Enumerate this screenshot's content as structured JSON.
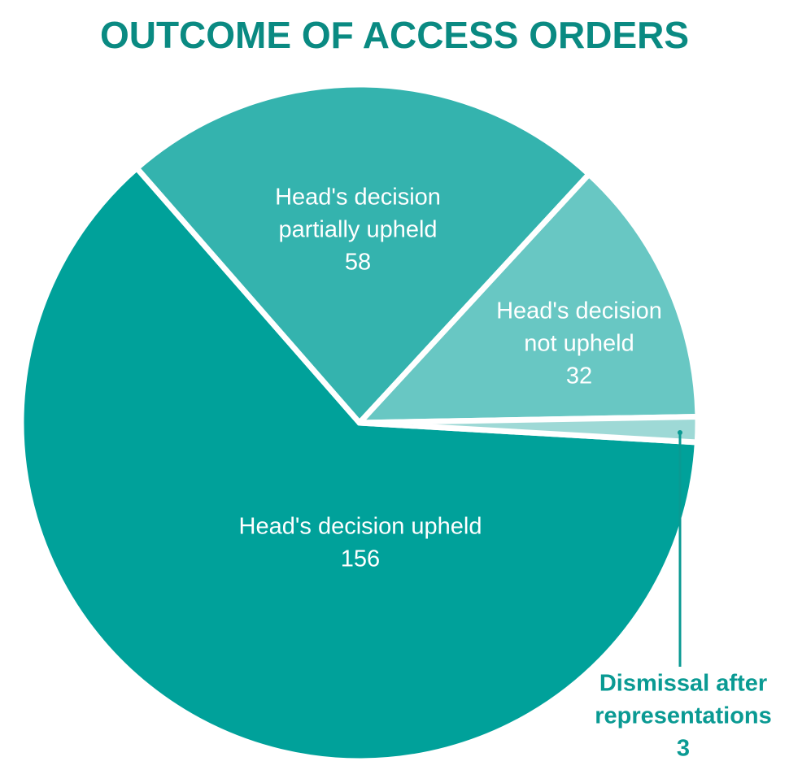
{
  "chart_data": {
    "type": "pie",
    "title": "OUTCOME OF ACCESS ORDERS",
    "slices": [
      {
        "label_lines": [
          "Head's decision upheld",
          "156"
        ],
        "category": "Head's decision upheld",
        "value": 156,
        "color": "#00a19a"
      },
      {
        "label_lines": [
          "Head's decision",
          "partially upheld",
          "58"
        ],
        "category": "Head's decision partially upheld",
        "value": 58,
        "color": "#34b3ae"
      },
      {
        "label_lines": [
          "Head's decision",
          "not upheld",
          "32"
        ],
        "category": "Head's decision not upheld",
        "value": 32,
        "color": "#68c7c3"
      },
      {
        "label_lines": [
          "Dismissal after",
          "representations",
          "3"
        ],
        "category": "Dismissal after representations",
        "value": 3,
        "color": "#9ed9d6"
      }
    ]
  },
  "colors": {
    "title": "#0a8a82",
    "label_inside": "#ffffff",
    "label_outside": "#0a9a93",
    "leader_line": "#0a9a93",
    "separator": "#ffffff"
  }
}
